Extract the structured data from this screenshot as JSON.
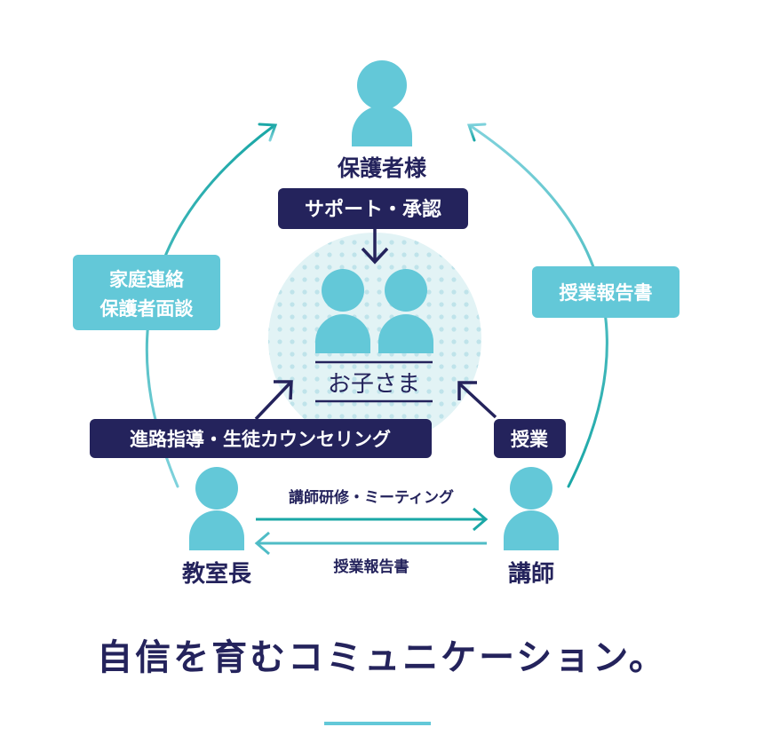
{
  "colors": {
    "navy": "#24235c",
    "cyan": "#63c8d8",
    "teal": "#1aa7a6",
    "circle_bg": "#e2f3f5"
  },
  "nodes": {
    "parent": "保護者様",
    "child": "お子さま",
    "head": "教室長",
    "teacher": "講師"
  },
  "boxes": {
    "support": "サポート・承認",
    "guidance": "進路指導・生徒カウンセリング",
    "lesson": "授業",
    "family_contact_line1": "家庭連絡",
    "family_contact_line2": "保護者面談",
    "lesson_report_right": "授業報告書"
  },
  "arrows": {
    "training": "講師研修・ミーティング",
    "report": "授業報告書"
  },
  "tagline": "自信を育むコミュニケーション。"
}
